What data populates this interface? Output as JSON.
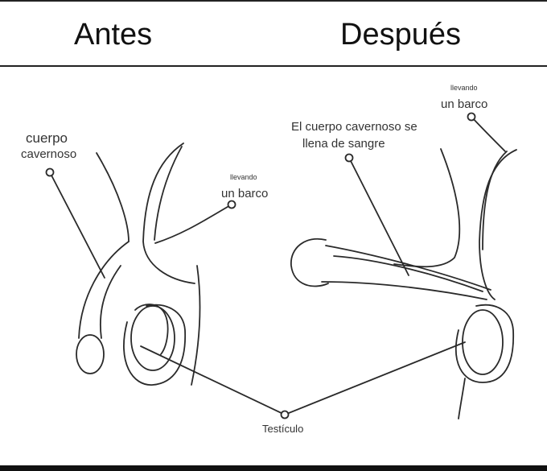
{
  "header": {
    "before": "Antes",
    "after": "Después"
  },
  "labels": {
    "before_body_line1": "cuerpo",
    "before_body_line2": "cavernoso",
    "before_small": "llevando",
    "before_boat": "un barco",
    "after_small": "llevando",
    "after_boat": "un barco",
    "after_fill_line1": "El cuerpo cavernoso se",
    "after_fill_line2": "llena de sangre",
    "testicle": "Testículo"
  }
}
